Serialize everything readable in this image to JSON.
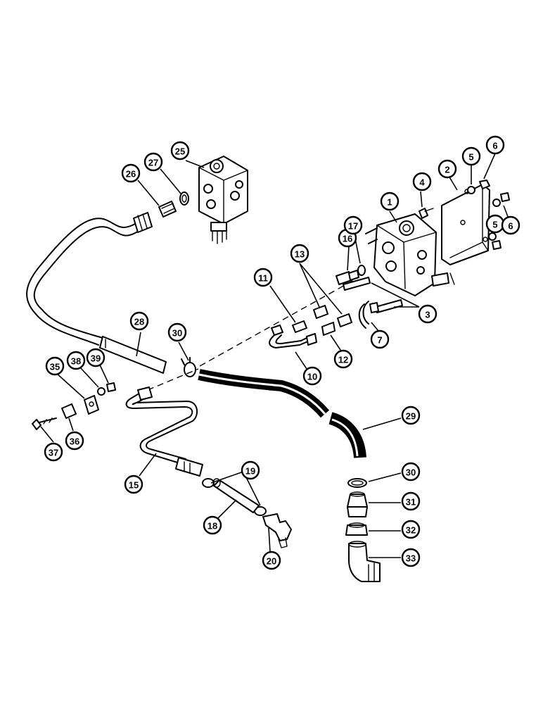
{
  "diagram": {
    "callouts": [
      {
        "label": "1"
      },
      {
        "label": "2"
      },
      {
        "label": "3"
      },
      {
        "label": "4"
      },
      {
        "label": "5"
      },
      {
        "label": "5"
      },
      {
        "label": "6"
      },
      {
        "label": "6"
      },
      {
        "label": "7"
      },
      {
        "label": "10"
      },
      {
        "label": "11"
      },
      {
        "label": "12"
      },
      {
        "label": "13"
      },
      {
        "label": "15"
      },
      {
        "label": "16"
      },
      {
        "label": "17"
      },
      {
        "label": "18"
      },
      {
        "label": "19"
      },
      {
        "label": "20"
      },
      {
        "label": "25"
      },
      {
        "label": "26"
      },
      {
        "label": "27"
      },
      {
        "label": "28"
      },
      {
        "label": "29"
      },
      {
        "label": "30"
      },
      {
        "label": "30"
      },
      {
        "label": "31"
      },
      {
        "label": "32"
      },
      {
        "label": "33"
      },
      {
        "label": "35"
      },
      {
        "label": "36"
      },
      {
        "label": "37"
      },
      {
        "label": "38"
      },
      {
        "label": "39"
      }
    ]
  }
}
